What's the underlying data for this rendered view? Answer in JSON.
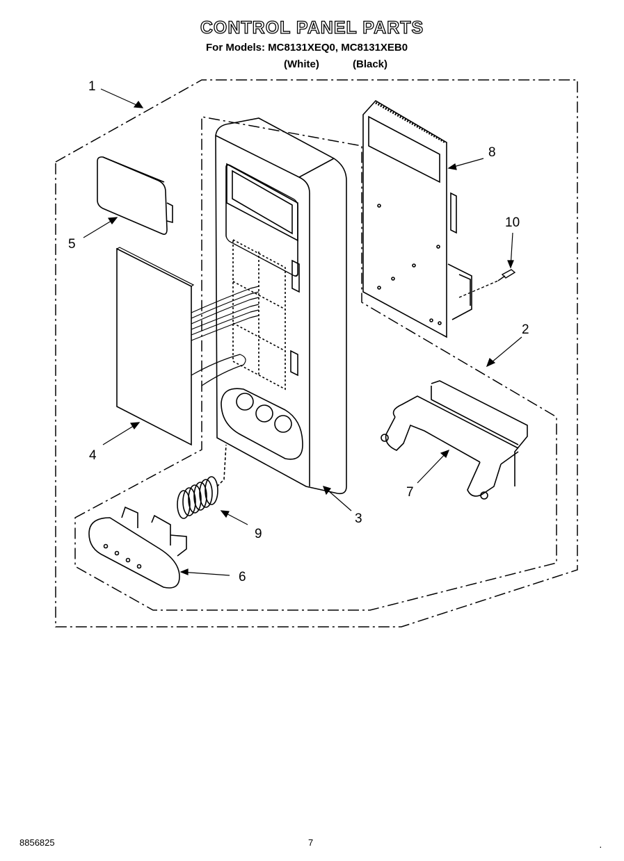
{
  "header": {
    "title": "CONTROL PANEL PARTS",
    "models_line": "For Models: MC8131XEQ0, MC8131XEB0",
    "variant_white": "(White)",
    "variant_black": "(Black)"
  },
  "callouts": [
    {
      "id": "callout-1",
      "number": "1"
    },
    {
      "id": "callout-2",
      "number": "2"
    },
    {
      "id": "callout-3",
      "number": "3"
    },
    {
      "id": "callout-4",
      "number": "4"
    },
    {
      "id": "callout-5",
      "number": "5"
    },
    {
      "id": "callout-6",
      "number": "6"
    },
    {
      "id": "callout-7",
      "number": "7"
    },
    {
      "id": "callout-8",
      "number": "8"
    },
    {
      "id": "callout-9",
      "number": "9"
    },
    {
      "id": "callout-10",
      "number": "10"
    }
  ],
  "footer": {
    "document_number": "8856825",
    "page_number": "7",
    "corner_mark": "·"
  }
}
